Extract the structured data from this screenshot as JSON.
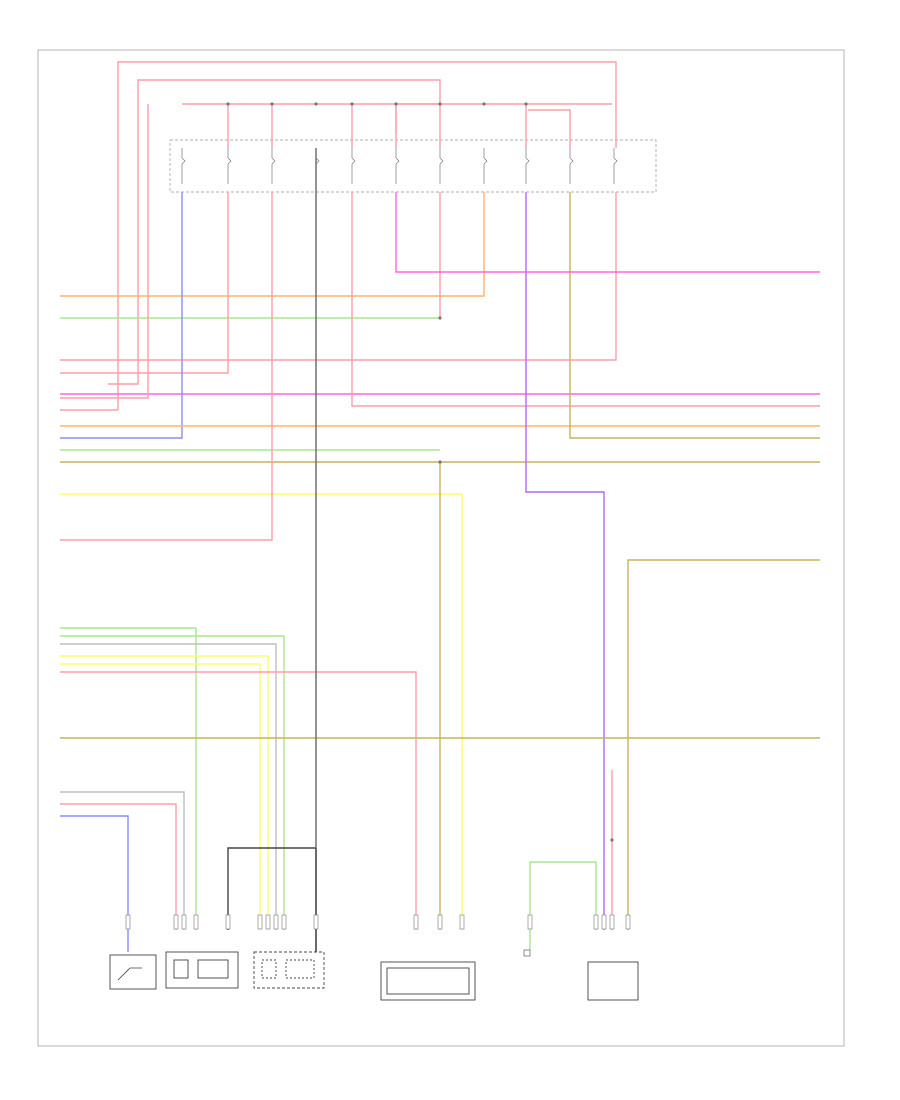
{
  "diagram": {
    "frame_label": "",
    "fuse_box_label": "",
    "colors": {
      "red": "#ff9ea8",
      "magenta": "#ff66dd",
      "orange": "#ffb36b",
      "green": "#a8e890",
      "blue": "#8c8cff",
      "violet": "#b266ff",
      "yellow": "#ffff66",
      "olive": "#c8b45a",
      "gray": "#666666",
      "lightgray": "#bfbfbf",
      "brown": "#b08860",
      "dark": "#444444"
    },
    "components": [
      {
        "id": "switch",
        "name": "",
        "label": ""
      },
      {
        "id": "module1",
        "name": "",
        "label": ""
      },
      {
        "id": "module2",
        "name": "",
        "label": ""
      },
      {
        "id": "module3",
        "name": "",
        "label": ""
      },
      {
        "id": "module4",
        "name": "",
        "label": ""
      },
      {
        "id": "module5",
        "name": "",
        "label": ""
      }
    ]
  }
}
